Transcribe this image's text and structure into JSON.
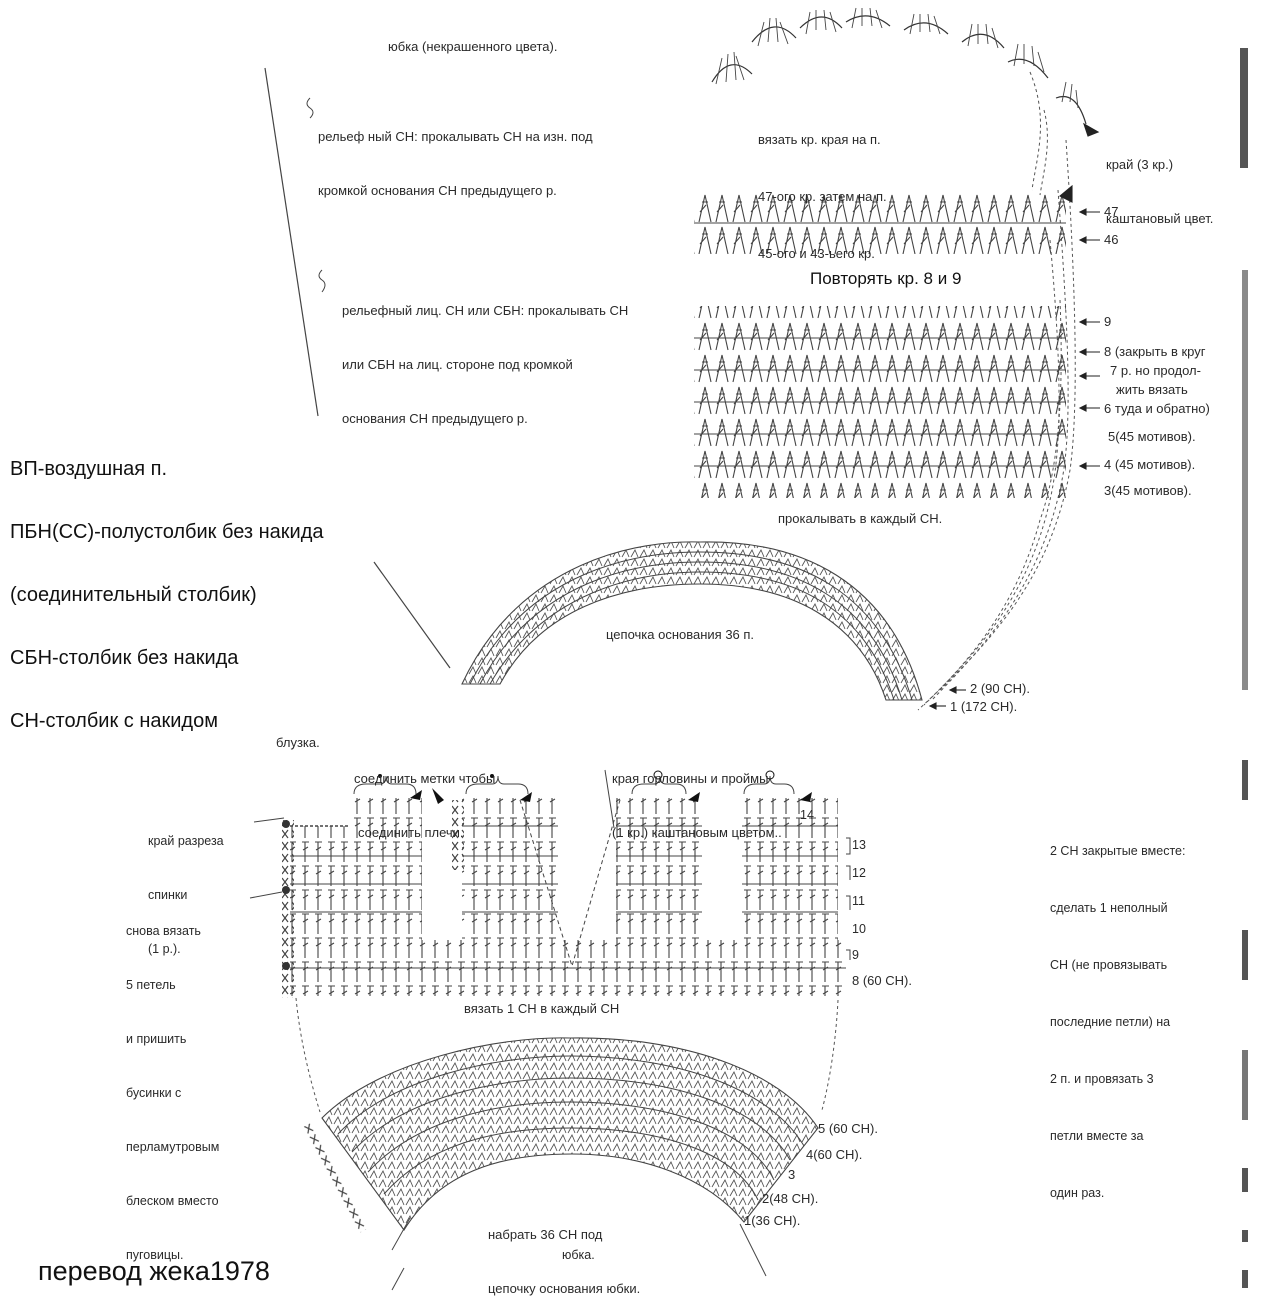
{
  "top": {
    "skirt_title": "юбка (некрашенного цвета).",
    "relief_back": [
      "рельеф ный СН: прокалывать СН на изн. под",
      "кромкой основания СН предыдущего р."
    ],
    "relief_front": [
      "рельефный лиц. СН или СБН: прокалывать СН",
      "или СБН на лиц. стороне под кромкой",
      "основания СН предыдущего р."
    ],
    "edge_note": [
      "вязать кр. края на п.",
      "47-ого кр. затем на п.",
      "45-ого и 43-ьего кр."
    ],
    "border_note": [
      "край (3 кр.)",
      "каштановый цвет."
    ],
    "repeat": "Повторять кр. 8 и 9",
    "pierce_each": "прокалывать в каждый СН.",
    "chain_base": "цепочка основания 36 п."
  },
  "skirt_rows": [
    {
      "label": "47"
    },
    {
      "label": "46"
    },
    {
      "label": "9"
    },
    {
      "label": "8 (закрыть в круг"
    },
    {
      "label": "7 р. но продол-"
    },
    {
      "label": "жить вязать"
    },
    {
      "label": "6 туда и обратно)"
    },
    {
      "label": "5(45 мотивов)."
    },
    {
      "label": "4 (45 мотивов)."
    },
    {
      "label": "3(45 мотивов)."
    },
    {
      "label": "2 (90 СН)."
    },
    {
      "label": "1 (172 СН)."
    }
  ],
  "legend": [
    "ВП-воздушная п.",
    "ПБН(СС)-полустолбик без накида",
    "(соединительный столбик)",
    "СБН-столбик без накида",
    "СН-столбик с накидом"
  ],
  "blouse": {
    "title": "блузка.",
    "join_marks": [
      "соединить метки чтобы",
      "соединить плечи."
    ],
    "neck_edges": [
      "края горловины и проймы",
      "(1 кр.) каштановым цветом.."
    ],
    "back_slit": [
      "край разреза",
      "спинки",
      "(1 р.)."
    ],
    "knit_again": [
      "снова вязать",
      "5 петель",
      "и пришить",
      "бусинки с",
      "перламутровым",
      "блеском вместо",
      "пуговицы."
    ],
    "each_sn": "вязать 1 СН в каждый СН",
    "rows": [
      "14",
      "13",
      "12",
      "11",
      "10",
      "9",
      "8 (60 СН)."
    ],
    "yoke_rows": [
      "5 (60 СН).",
      "4(60 СН).",
      "3",
      "2(48 СН).",
      "1(36 СН)."
    ],
    "cast_on": [
      "набрать 36 СН под",
      "цепочку основания юбки."
    ],
    "skirt": "юбка."
  },
  "decrease_note": [
    "2 СН закрытые вместе:",
    "сделать 1 неполный",
    "СН (не провязывать",
    "последние петли) на",
    "2 п. и провязать 3",
    "петли вместе за",
    "один раз."
  ],
  "credit": "перевод жека1978"
}
